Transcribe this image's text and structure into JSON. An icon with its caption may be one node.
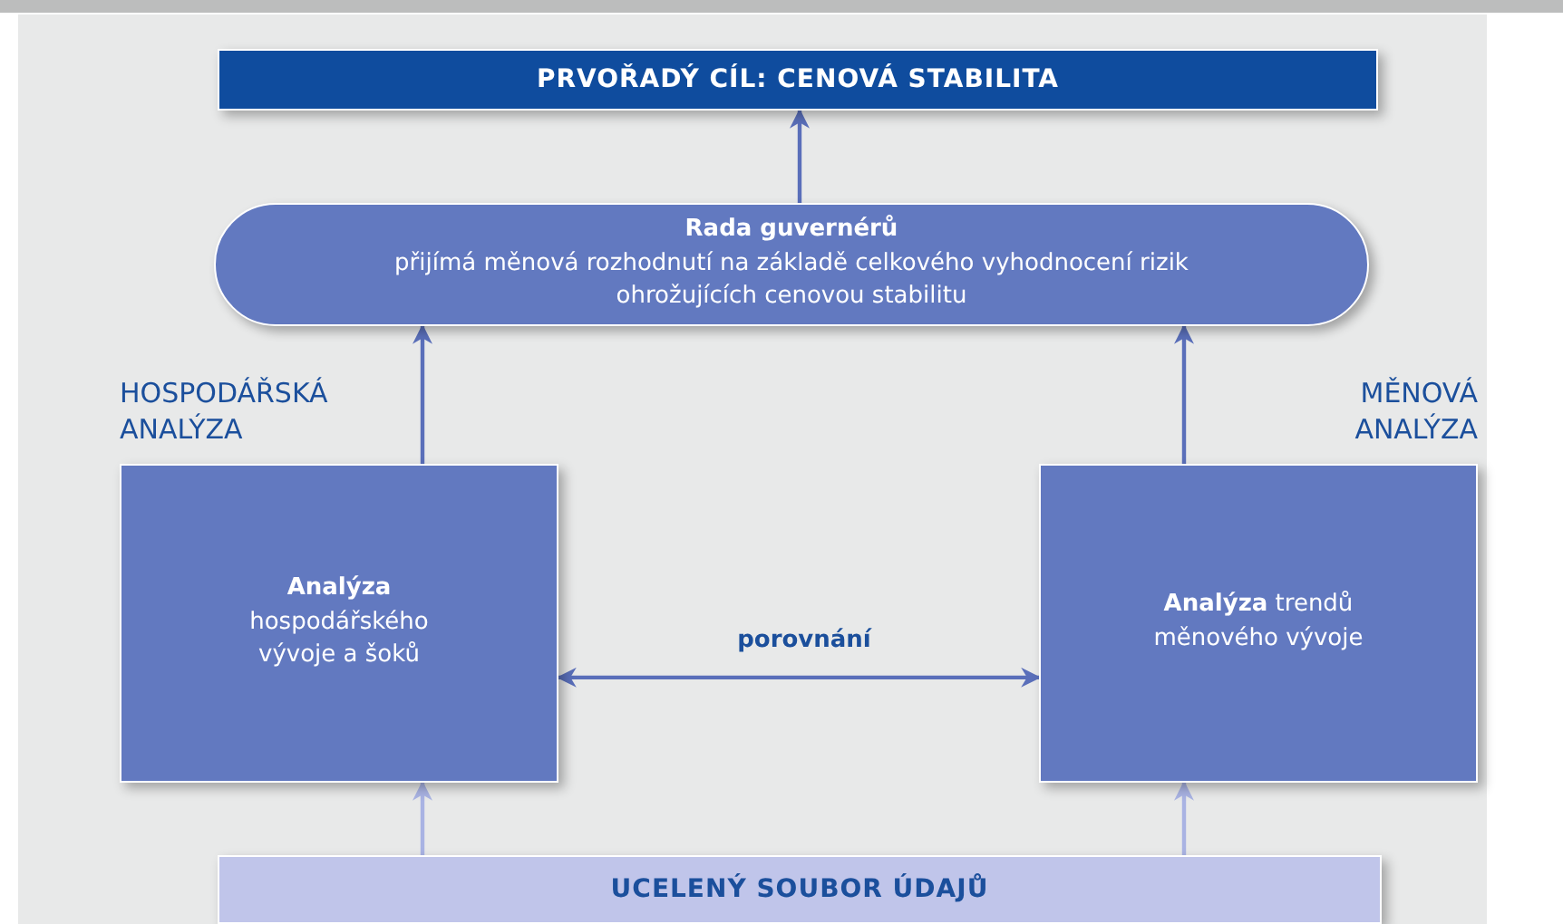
{
  "diagram": {
    "nodes": [
      {
        "text": [
          "PRVOŘADÝ CÍL: CENOVÁ STABILITA"
        ]
      },
      {
        "text": [
          "Rada guvernérů",
          "přijímá měnová rozhodnutí na základě celkového vyhodnocení rizik ohrožujících cenovou stabilitu"
        ]
      },
      {
        "text": [
          "Analýza",
          "hospodářského vývoje a šoků"
        ]
      },
      {
        "text": [
          "**Analýza** trendů měnového vývoje"
        ]
      },
      {
        "text": [
          "UCELENÝ SOUBOR ÚDAJŮ"
        ]
      }
    ],
    "edges": [
      {
        "from": 1,
        "to": 0,
        "arrow": "to"
      },
      {
        "from": 2,
        "to": 1,
        "arrow": "to"
      },
      {
        "from": 3,
        "to": 1,
        "arrow": "to"
      },
      {
        "from": 2,
        "to": 3,
        "arrow": "both",
        "label": "porovnání"
      },
      {
        "from": 4,
        "to": 2,
        "arrow": "to",
        "color": "#a9b3e3"
      },
      {
        "from": 4,
        "to": 3,
        "arrow": "to",
        "color": "#a9b3e3"
      }
    ],
    "labels": [
      "HOSPODÁŘSKÁ ANALÝZA",
      "MĚNOVÁ ANALÝZA"
    ]
  }
}
